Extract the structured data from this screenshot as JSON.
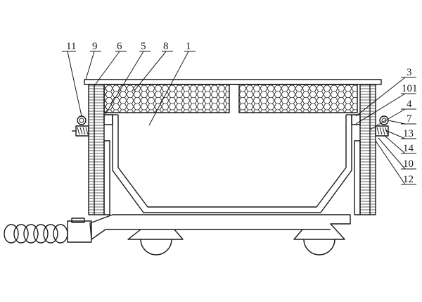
{
  "labels": {
    "top": [
      "11",
      "9",
      "6",
      "5",
      "8",
      "1"
    ],
    "right": [
      "3",
      "101",
      "4",
      "7",
      "13",
      "14",
      "10",
      "12"
    ]
  },
  "colors": {
    "stroke": "#1a1a1a",
    "background": "#ffffff"
  }
}
